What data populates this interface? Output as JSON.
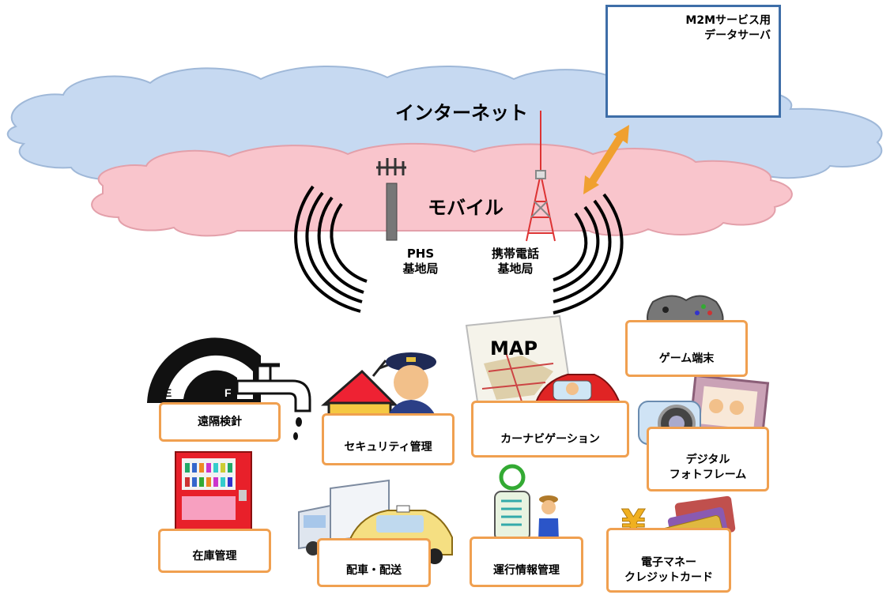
{
  "server": {
    "line1": "M2Mサービス用",
    "line2": "データサーバ"
  },
  "clouds": {
    "internet": "インターネット",
    "mobile": "モバイル"
  },
  "stations": {
    "phs": {
      "line1": "PHS",
      "line2": "基地局"
    },
    "cell": {
      "line1": "携帯電話",
      "line2": "基地局"
    }
  },
  "map_text": "MAP",
  "devices": {
    "meter": "遠隔検針",
    "security": "セキュリティ管理",
    "carnavi": "カーナビゲーション",
    "game": "ゲーム端末",
    "photo": {
      "line1": "デジタル",
      "line2": "フォトフレーム"
    },
    "inventory": "在庫管理",
    "delivery": "配車・配送",
    "operation": "運行情報管理",
    "money": {
      "line1": "電子マネー",
      "line2": "クレジットカード"
    }
  },
  "colors": {
    "internet_cloud": "#c6d9f1",
    "mobile_cloud": "#f9c5cc",
    "box_border": "#f0a050",
    "server_border": "#3e6ea8",
    "arrow": "#f0a030"
  },
  "icons": [
    "server-icon",
    "antenna-icon",
    "tower-icon",
    "signal-waves-icon",
    "double-arrow-icon",
    "meter-icon",
    "faucet-icon",
    "house-icon",
    "guard-icon",
    "map-icon",
    "car-icon",
    "gamepad-icon",
    "camera-icon",
    "photo-frame-icon",
    "vending-machine-icon",
    "truck-icon",
    "taxi-icon",
    "bus-stop-icon",
    "person-icon",
    "yen-icon",
    "card-icon"
  ]
}
